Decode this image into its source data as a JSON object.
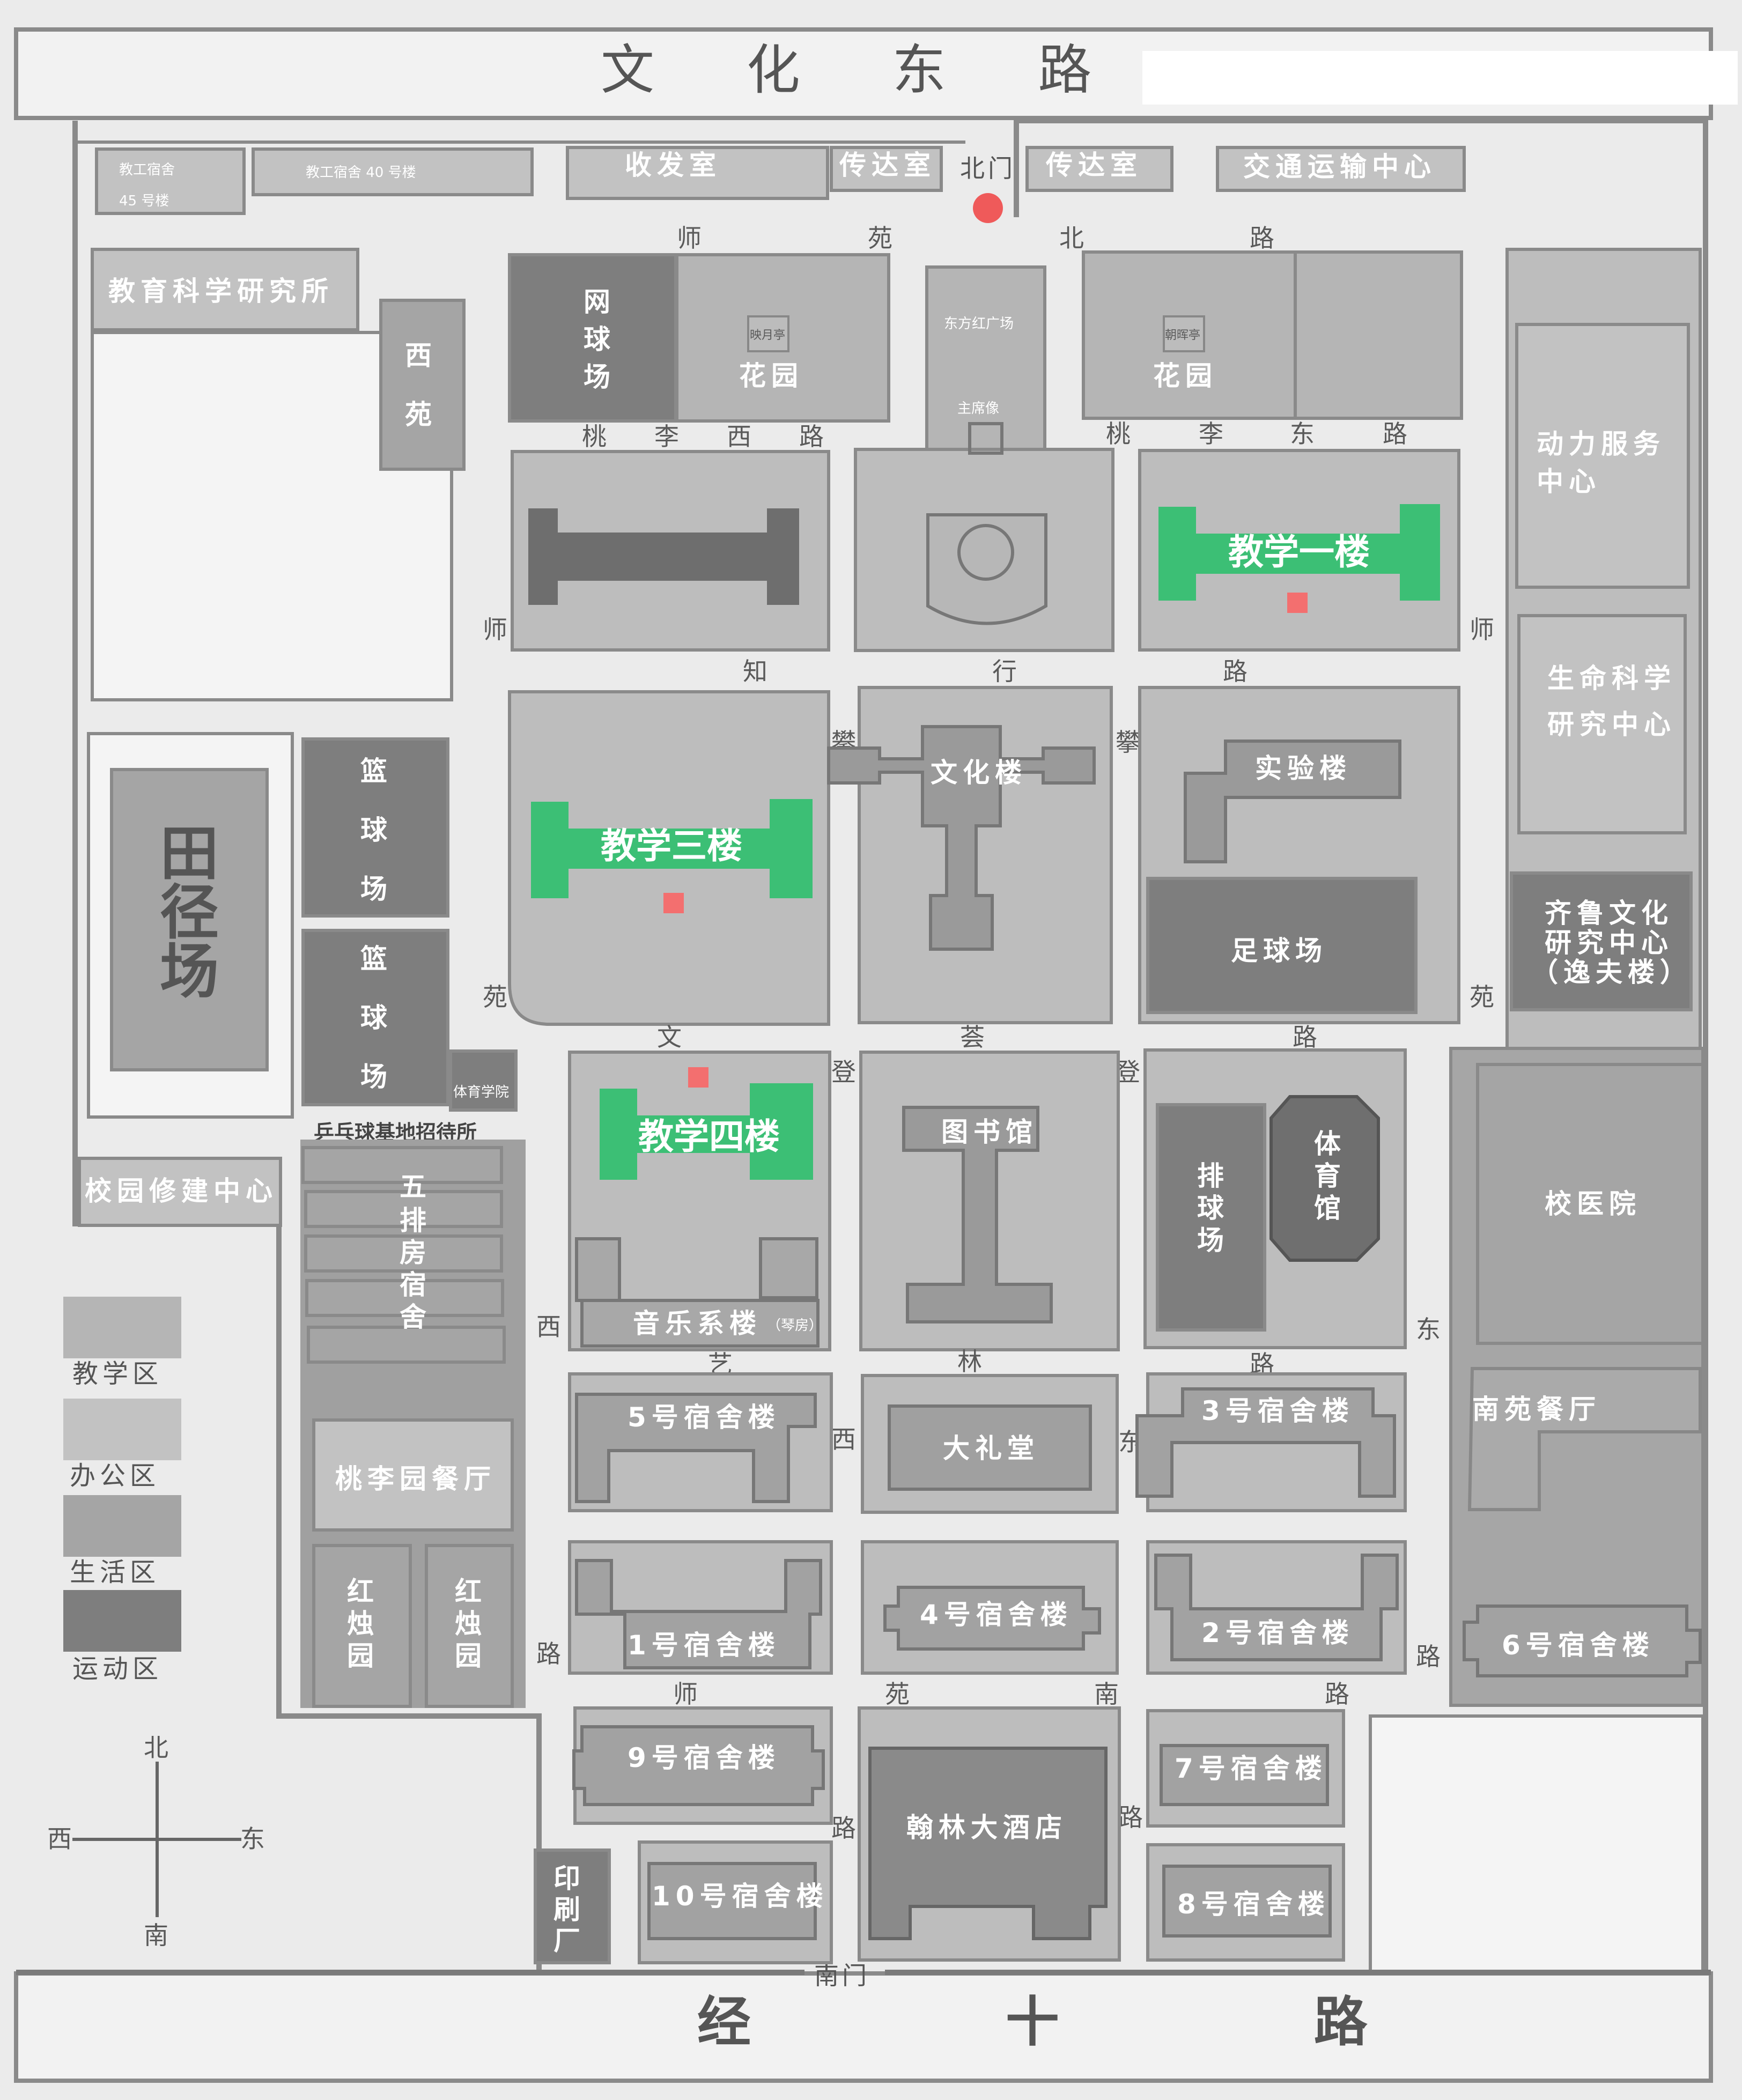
{
  "roads": {
    "north": "文 化 东 路",
    "south": "经 十 路",
    "north_gate": "北门",
    "south_gate": "南门",
    "shiyuan_north": [
      "师",
      "苑",
      "北",
      "路"
    ],
    "taoli_west": [
      "桃",
      "李",
      "西",
      "路"
    ],
    "taoli_east": [
      "桃",
      "李",
      "东",
      "路"
    ],
    "zhixing": [
      "知",
      "行",
      "路"
    ],
    "wenhui": [
      "文",
      "荟",
      "路"
    ],
    "yilin": [
      "艺",
      "林",
      "路"
    ],
    "shiyuan_south": [
      "师",
      "苑",
      "南",
      "路"
    ],
    "shiyuan_west": [
      "师",
      "苑"
    ],
    "shiyuan_east": [
      "师",
      "苑"
    ],
    "pandeng_west": [
      "攀",
      "登"
    ],
    "pandeng_east": [
      "攀",
      "登"
    ],
    "xi_road": [
      "西",
      "路"
    ],
    "xi_road2": [
      "西",
      "路"
    ],
    "dong_road": [
      "东",
      "路"
    ],
    "dong_road2": [
      "东",
      "路"
    ]
  },
  "buildings": {
    "dorm45": [
      "教工宿舍",
      "45 号楼"
    ],
    "dorm40": "教工宿舍 40 号楼",
    "mailroom": "收发室",
    "reception_w": "传达室",
    "reception_e": "传达室",
    "transport": "交通运输中心",
    "edu_research": "教育科学研究所",
    "xiyuan": [
      "西",
      "苑"
    ],
    "tennis": [
      "网",
      "球",
      "场"
    ],
    "garden_w": "花园",
    "pavilion_w": "映月亭",
    "square": "东方红广场",
    "statue": "主席像",
    "garden_e": "花园",
    "pavilion_e": "朝晖亭",
    "power": [
      "动力服务",
      "中心"
    ],
    "teach1": "教学一楼",
    "life_sci": [
      "生命科学",
      "研究中心"
    ],
    "track": [
      "田",
      "径",
      "场"
    ],
    "basket1": [
      "篮",
      "球",
      "场"
    ],
    "basket2": [
      "篮",
      "球",
      "场"
    ],
    "teach3": "教学三楼",
    "wenhua": "文化楼",
    "lab": "实验楼",
    "football": "足球场",
    "qilu": [
      "齐鲁文化",
      "研究中心",
      "（逸夫楼）"
    ],
    "pe_college": "体育学院",
    "pingpong": "乒乓球基地招待所",
    "repair": "校园修建中心",
    "wupai": [
      "五",
      "排",
      "房",
      "宿",
      "舍"
    ],
    "teach4": "教学四楼",
    "music": "音乐系楼",
    "piano": "（琴房）",
    "library": "图书馆",
    "volleyball": [
      "排",
      "球",
      "场"
    ],
    "gym": [
      "体",
      "育",
      "馆"
    ],
    "hospital": "校医院",
    "taoliyuan": "桃李园餐厅",
    "dorm5": "5号宿舍楼",
    "auditorium": "大礼堂",
    "dorm3": "3号宿舍楼",
    "nanyuan": "南苑餐厅",
    "hongzhu1": [
      "红",
      "烛",
      "园"
    ],
    "hongzhu2": [
      "红",
      "烛",
      "园"
    ],
    "dorm1": "1号宿舍楼",
    "dorm4": "4号宿舍楼",
    "dorm2": "2号宿舍楼",
    "dorm6": "6号宿舍楼",
    "dorm9": "9号宿舍楼",
    "hotel": "翰林大酒店",
    "dorm7": "7号宿舍楼",
    "printing": [
      "印",
      "刷",
      "厂"
    ],
    "dorm10": "10号宿舍楼",
    "dorm8": "8号宿舍楼"
  },
  "legend": [
    {
      "label": "教学区",
      "color": "#b5b5b5"
    },
    {
      "label": "办公区",
      "color": "#c2c2c2"
    },
    {
      "label": "生活区",
      "color": "#a5a5a5"
    },
    {
      "label": "运动区",
      "color": "#7e7e7e"
    }
  ],
  "compass": {
    "north": "北",
    "south": "南",
    "west": "西",
    "east": "东"
  },
  "colors": {
    "highlight_building": "#3cbf75",
    "marker": "#f36f6f",
    "gate_marker": "#ef5a5a"
  }
}
